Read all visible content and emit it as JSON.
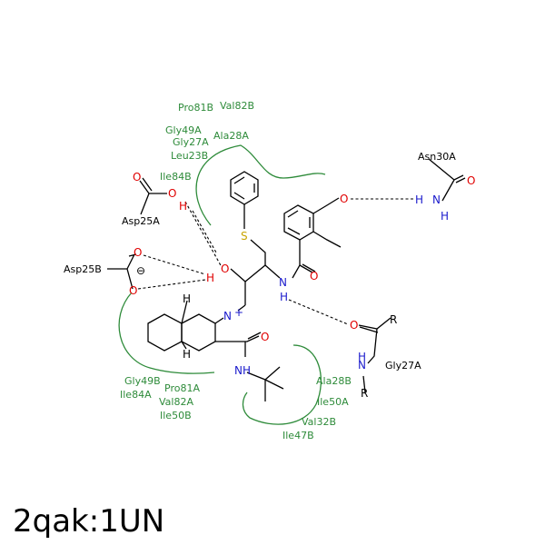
{
  "title": "2qak:1UN",
  "colors": {
    "residue": "#2e8b3a",
    "oxygen": "#e00000",
    "nitrogen": "#1a1acc",
    "sulfur": "#c9a400"
  },
  "residues": {
    "pro81b_top": "Pro81B",
    "val82b_top": "Val82B",
    "gly49a": "Gly49A",
    "ala28a": "Ala28A",
    "gly27a_top": "Gly27A",
    "leu23b": "Leu23B",
    "ile84b": "Ile84B",
    "gly49b": "Gly49B",
    "ile84a": "Ile84A",
    "pro81a": "Pro81A",
    "val82a": "Val82A",
    "ile50b": "Ile50B",
    "ala28b": "Ala28B",
    "ile50a": "Ile50A",
    "val32b": "Val32B",
    "ile47b": "Ile47B"
  },
  "labels": {
    "asp25a": "Asp25A",
    "asp25b": "Asp25B",
    "asn30a": "Asn30A",
    "gly27a_right": "Gly27A"
  },
  "atoms": {
    "o": "O",
    "n": "N",
    "h": "H",
    "s": "S",
    "r": "R",
    "nplus": "N",
    "plus": "+",
    "minus": "⊖"
  }
}
